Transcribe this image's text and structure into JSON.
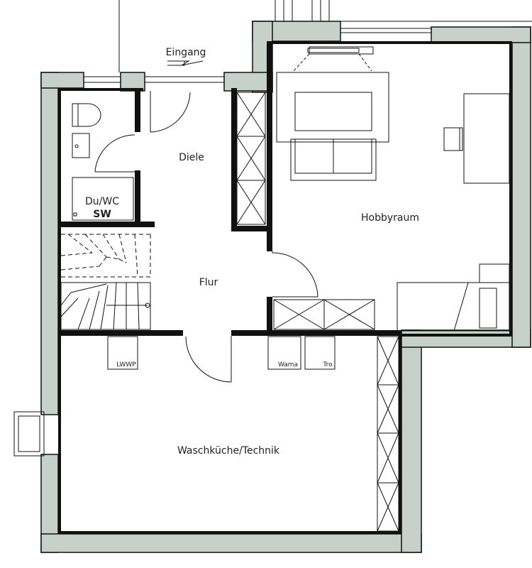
{
  "labels": {
    "entrance": "Eingang",
    "hall": "Diele",
    "bath": "Du/WC",
    "bath_code": "SW",
    "hallway": "Flur",
    "hobby_room": "Hobbyraum",
    "laundry": "Waschküche/Technik",
    "heat_pump": "LWWP",
    "washer": "Wama",
    "dryer": "Tro"
  },
  "colors": {
    "wall_fill": "#c8d0cc",
    "line": "#111111",
    "background": "#ffffff"
  }
}
